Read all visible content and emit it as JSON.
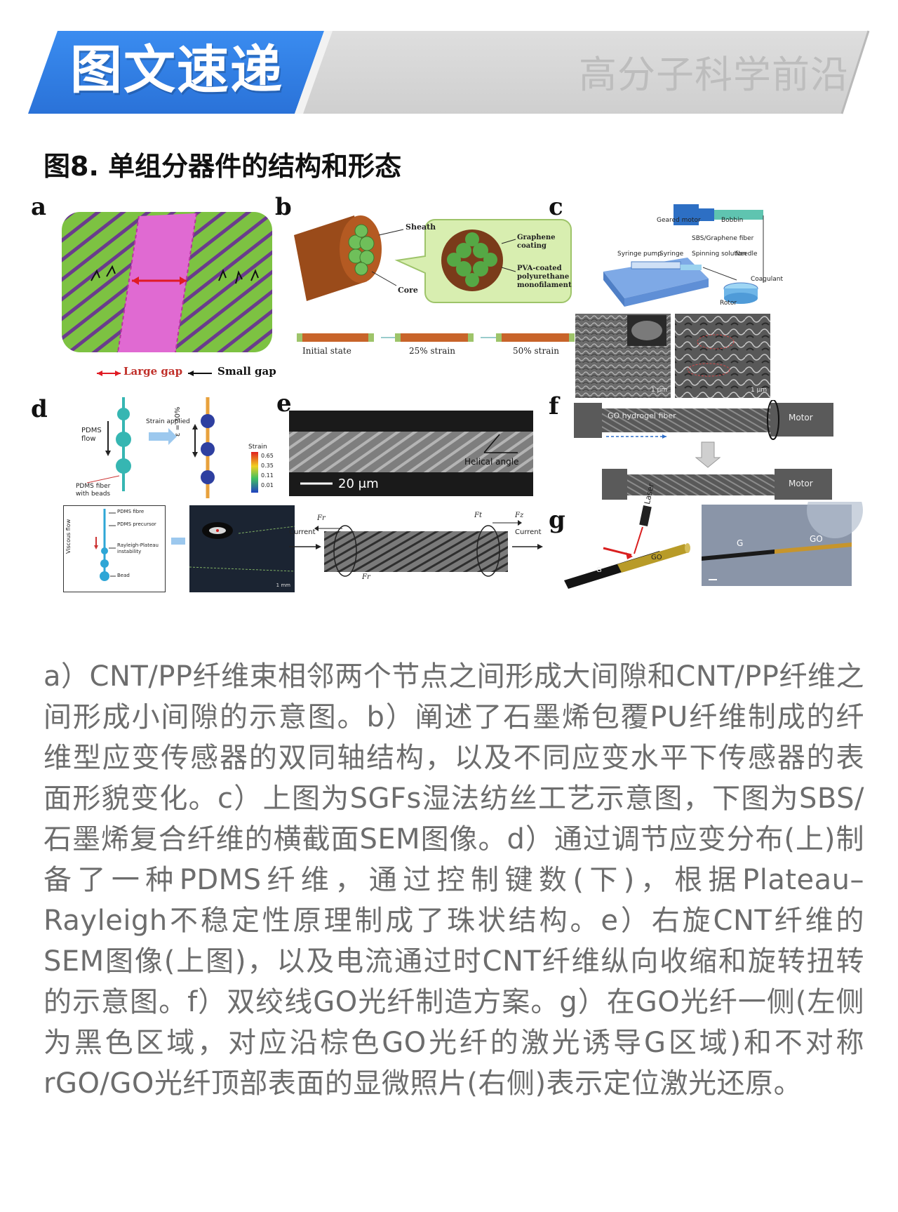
{
  "banner": {
    "title": "图文速递",
    "subtitle": "高分子科学前沿",
    "accent_color": "#2f7de6",
    "gray_color": "#d6d6d6"
  },
  "figure": {
    "title": "图8. 单组分器件的结构和形态",
    "panels": {
      "a": {
        "label": "a",
        "legend_large": "Large gap",
        "legend_small": "Small gap"
      },
      "b": {
        "label": "b",
        "sheath": "Sheath",
        "core": "Core",
        "graphene_coating": "Graphene coating",
        "pva": "PVA-coated polyurethane monofilament",
        "states": [
          "Initial state",
          "25% strain",
          "50% strain"
        ]
      },
      "c": {
        "label": "c",
        "parts": [
          "Geared motor",
          "Bobbin",
          "SBS/Graphene fiber",
          "Syringe pump",
          "Syringe",
          "Spinning solution",
          "Needle",
          "Coagulant",
          "Rotor"
        ],
        "scale_left": "1 μm",
        "scale_right": "1 μm"
      },
      "d": {
        "label": "d",
        "pdms_flow": "PDMS flow",
        "pdms_fiber": "PDMS fiber with beads",
        "strain_applied": "Strain applied",
        "epsilon": "ε = 30%",
        "strain_title": "Strain",
        "strain_ticks": [
          "0.65",
          "0.35",
          "0.11",
          "0.01"
        ],
        "viscous_flow": "Viscous flow",
        "lower_labels": [
          "PDMS fibre",
          "PDMS precursor",
          "Rayleigh-Plateau instability",
          "Bead"
        ],
        "scale": "1 mm"
      },
      "e": {
        "label": "e",
        "helical_angle": "Helical angle",
        "scale": "20 μm",
        "current_left": "Current",
        "current_right": "Current",
        "forces": [
          "Fr",
          "Ft",
          "Fz",
          "Fr"
        ]
      },
      "f": {
        "label": "f",
        "go_hydrogel": "GO hydrogel fiber",
        "motor_top": "Motor",
        "motor_bottom": "Motor"
      },
      "g": {
        "label": "g",
        "laser": "Laser",
        "g_left": "G",
        "go_left": "GO",
        "g_right": "G",
        "go_right": "GO"
      }
    }
  },
  "caption": "a）CNT/PP纤维束相邻两个节点之间形成大间隙和CNT/PP纤维之间形成小间隙的示意图。b）阐述了石墨烯包覆PU纤维制成的纤维型应变传感器的双同轴结构，以及不同应变水平下传感器的表面形貌变化。c）上图为SGFs湿法纺丝工艺示意图，下图为SBS/石墨烯复合纤维的横截面SEM图像。d）通过调节应变分布(上)制备了一种PDMS纤维，通过控制键数(下)，根据Plateau–Rayleigh不稳定性原理制成了珠状结构。e）右旋CNT纤维的SEM图像(上图)，以及电流通过时CNT纤维纵向收缩和旋转扭转的示意图。f）双绞线GO光纤制造方案。g）在GO光纤一侧(左侧为黑色区域，对应沿棕色GO光纤的激光诱导G区域)和不对称rGO/GO光纤顶部表面的显微照片(右侧)表示定位激光还原。"
}
